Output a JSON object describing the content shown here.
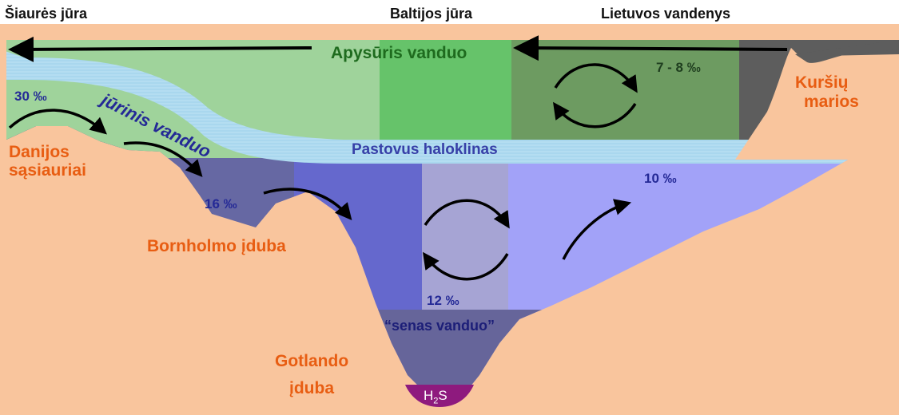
{
  "header": {
    "left": "Šiaurės jūra",
    "center": "Baltijos jūra",
    "right": "Lietuvos vandenys"
  },
  "layers": {
    "surface": "Apysūris vanduo",
    "halocline": "Pastovus haloklinas",
    "marine": "jūrinis vanduo",
    "old": "“senas vanduo”"
  },
  "regions": {
    "danish_line1": "Danijos",
    "danish_line2": "sąsiauriai",
    "bornholm": "Bornholmo įduba",
    "gotland_line1": "Gotlando",
    "gotland_line2": "įduba",
    "curonian_line1": "Kuršių",
    "curonian_line2": "marios"
  },
  "salinity": {
    "north_sea": "30 ‰",
    "bornholm": "16 ‰",
    "gotland": "12 ‰",
    "east": "10 ‰",
    "surface": "7 - 8 ‰"
  },
  "chemistry": {
    "h2s_main": "H",
    "h2s_sub": "2",
    "h2s_end": "S"
  },
  "colors": {
    "seabed": "#f9c59d",
    "surface_green": "#9fd39b",
    "surface_bright": "#66c36a",
    "surface_dark": "#6d9b61",
    "halocline": "#a9d7ee",
    "marine_blue": "#6668a3",
    "deep_blue": "#6568cd",
    "lavender": "#a6a4d4",
    "light_blue": "#a2a2f8",
    "old_water": "#66659a",
    "h2s": "#8e1a7e",
    "region_label": "#e85d12",
    "water_label": "#242996",
    "surface_label": "#1e6b1e"
  }
}
